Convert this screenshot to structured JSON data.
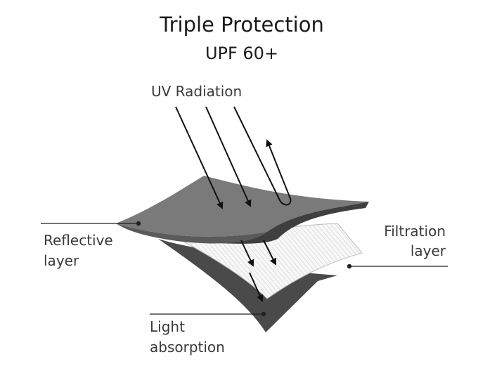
{
  "title": "Triple Protection",
  "subtitle": "UPF 60+",
  "labels": {
    "uv_radiation": "UV Radiation",
    "reflective_line1": "Reflective",
    "reflective_line2": "layer",
    "filtration_line1": "Filtration",
    "filtration_line2": "layer",
    "absorption_line1": "Light",
    "absorption_line2": "absorption"
  },
  "colors": {
    "reflective_top": "#7a7a7a",
    "reflective_underside": "#3f3f3f",
    "filtration_layer": "#f4f4f4",
    "absorption_layer": "#4a4a4a",
    "arrows": "#111111",
    "leader_lines": "#222222"
  },
  "icons": [
    "uv-ray-arrow",
    "reflected-ray-arrow",
    "filtered-ray-arrow",
    "absorbed-ray-arrow"
  ]
}
